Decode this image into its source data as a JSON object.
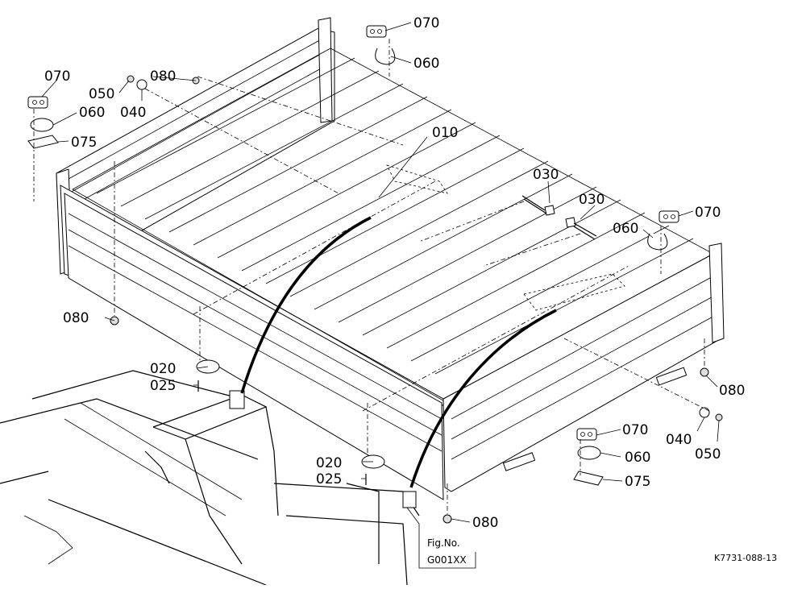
{
  "callouts": {
    "p010": "010",
    "p020a": "020",
    "p020b": "020",
    "p025a": "025",
    "p025b": "025",
    "p030a": "030",
    "p030b": "030",
    "p040a": "040",
    "p040b": "040",
    "p050a": "050",
    "p050b": "050",
    "p060a": "060",
    "p060b": "060",
    "p060c": "060",
    "p060d": "060",
    "p070a": "070",
    "p070b": "070",
    "p070c": "070",
    "p070d": "070",
    "p075a": "075",
    "p075b": "075",
    "p080a": "080",
    "p080b": "080",
    "p080c": "080",
    "p080d": "080"
  },
  "fig_box": {
    "line1": "Fig.No.",
    "line2": "G001XX"
  },
  "drawing_code": "K7731-088-13"
}
